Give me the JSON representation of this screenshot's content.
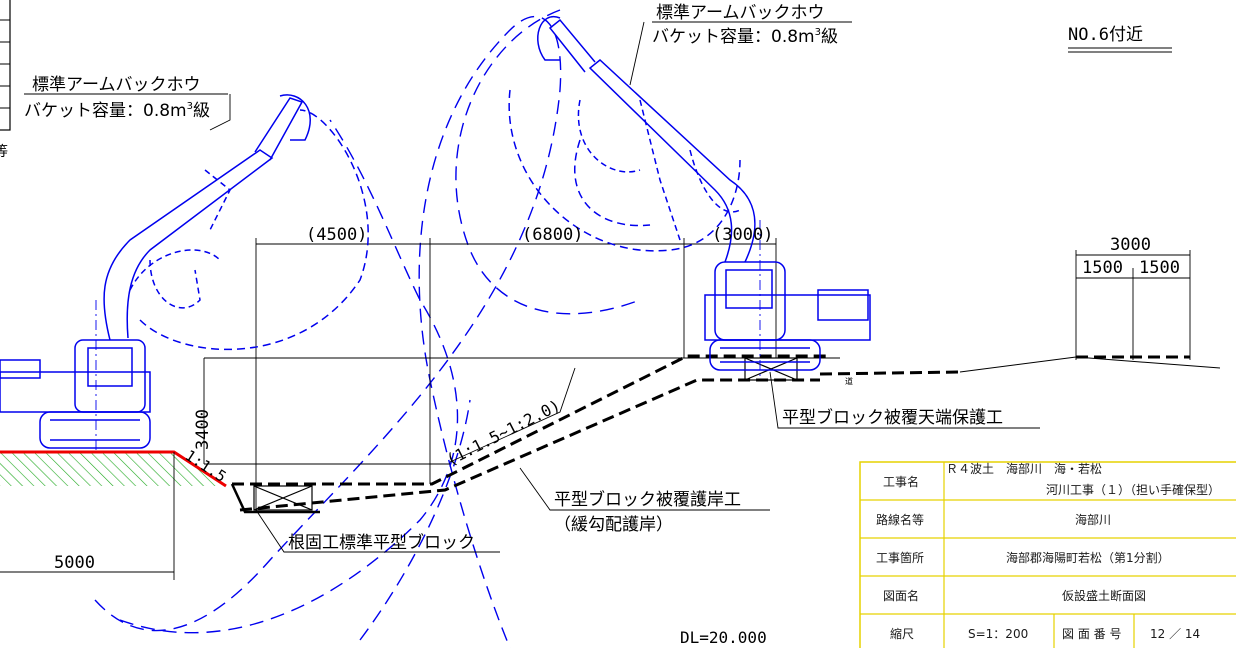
{
  "excavator_left": {
    "label_line1": "標準アームバックホウ",
    "label_line2": "バケット容量：0.8m",
    "label_sup": "3",
    "label_suffix": "級"
  },
  "excavator_right": {
    "label_line1": "標準アームバックホウ",
    "label_line2": "バケット容量：0.8m",
    "label_sup": "3",
    "label_suffix": "級"
  },
  "section_label": "NO.6付近",
  "clipped_char": "等",
  "dimensions": {
    "d4500": "(4500)",
    "d6800": "(6800)",
    "d3000p": "(3000)",
    "d3000": "3000",
    "d1500a": "1500",
    "d1500b": "1500",
    "d3400": "3400",
    "d5000": "5000",
    "slope_main": "(1:1.5~1:2.0)",
    "slope_left": "1:1.5"
  },
  "labels": {
    "top_protection": "平型ブロック被覆天端保護工",
    "revetment_1": "平型ブロック被覆護岸工",
    "revetment_2": "（緩勾配護岸）",
    "foot_protection": "根固工標準平型ブロック",
    "road_mark": "道",
    "datum": "DL=20.000"
  },
  "title_block": {
    "row1_label": "工事名",
    "row1_value_a": "Ｒ４波土　海部川　海・若松",
    "row1_value_b": "河川工事（１）（担い手確保型）",
    "row2_label": "路線名等",
    "row2_value": "海部川",
    "row3_label": "工事箇所",
    "row3_value": "海部郡海陽町若松（第1分割）",
    "row4_label": "図面名",
    "row4_value": "仮設盛土断面図",
    "row5_label": "縮尺",
    "row5_scale": "S=1：200",
    "row5_num_label": "図 面 番 号",
    "row5_num_value": "12 ／ 14"
  },
  "colors": {
    "machine": "#0000ee",
    "earth_fill": "#22aa22",
    "existing_ground": "#ee0000",
    "title_border": "#e6d200"
  }
}
